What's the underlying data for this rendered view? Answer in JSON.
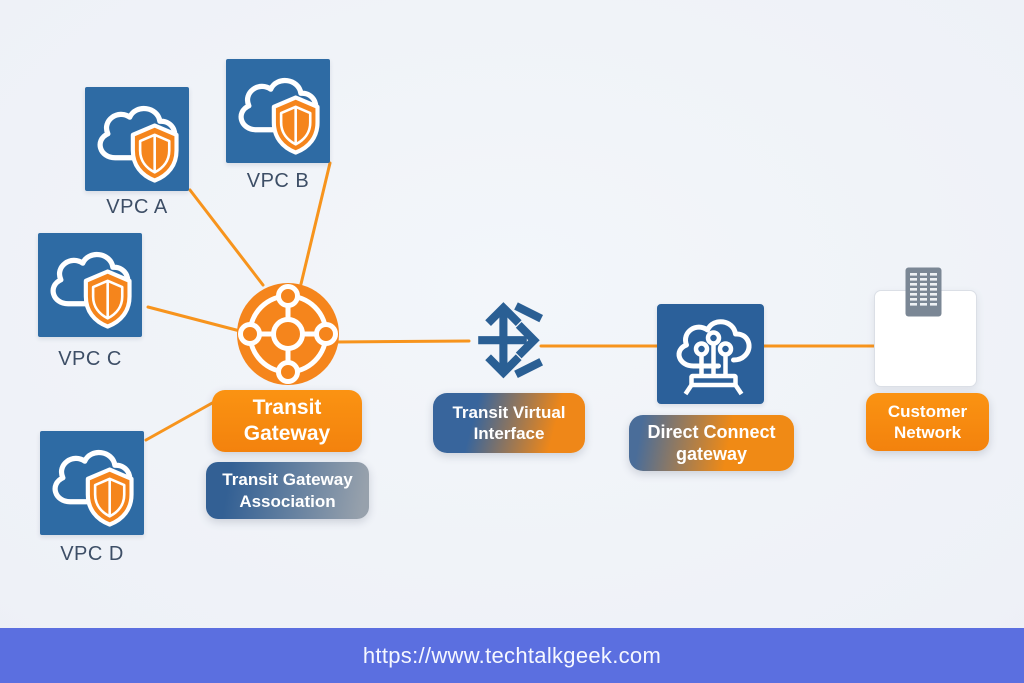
{
  "vpcs": [
    {
      "label": "VPC A"
    },
    {
      "label": "VPC B"
    },
    {
      "label": "VPC C"
    },
    {
      "label": "VPC D"
    }
  ],
  "nodes": {
    "transit_gateway": {
      "label": "Transit Gateway"
    },
    "transit_gateway_association": {
      "label": "Transit Gateway Association"
    },
    "transit_virtual_interface": {
      "label": "Transit Virtual Interface"
    },
    "direct_connect_gateway": {
      "label": "Direct Connect gateway"
    },
    "customer_network": {
      "label": "Customer Network"
    }
  },
  "icons": {
    "vpc": "cloud-shield-icon",
    "transit_gateway": "hub-network-icon",
    "transit_virtual_interface": "crossing-arrows-icon",
    "direct_connect_gateway": "cloud-circuit-icon",
    "customer_network": "building-icon"
  },
  "footer": {
    "url": "https://www.techtalkgeek.com"
  },
  "colors": {
    "vpc_square_blue": "#2e6ba4",
    "dcg_square_blue": "#2b609a",
    "icon_orange": "#f5851c",
    "label_orange": "#f78a0f",
    "gradient_steel_blue": "#38659c",
    "gradient_gray": "#97a1ac",
    "connector_orange": "#f7941d",
    "footer_bar_purple": "#5b6fe0",
    "arrow_icon_blue": "#2a5f94",
    "background": "#eef1f7",
    "vpc_text": "#3d4e66"
  }
}
